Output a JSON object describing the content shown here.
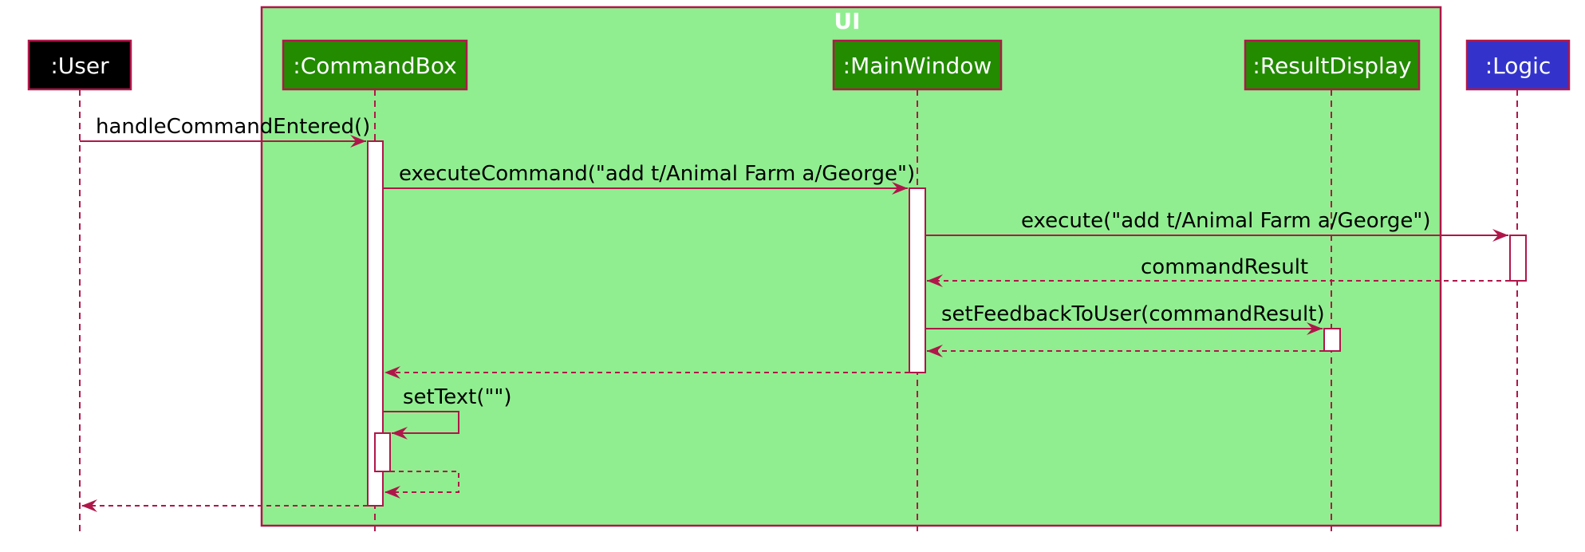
{
  "group": {
    "title": "UI",
    "fill": "#90ee90",
    "stroke": "#b0164a"
  },
  "participants": [
    {
      "id": "user",
      "label": ":User",
      "fill": "#000000"
    },
    {
      "id": "cmdbox",
      "label": ":CommandBox",
      "fill": "#228b00"
    },
    {
      "id": "main",
      "label": ":MainWindow",
      "fill": "#228b00"
    },
    {
      "id": "result",
      "label": ":ResultDisplay",
      "fill": "#228b00"
    },
    {
      "id": "logic",
      "label": ":Logic",
      "fill": "#3333cc"
    }
  ],
  "messages": [
    {
      "label": "handleCommandEntered()",
      "from": "user",
      "to": "cmdbox",
      "kind": "call"
    },
    {
      "label": "executeCommand(\"add t/Animal Farm a/George\")",
      "from": "cmdbox",
      "to": "main",
      "kind": "call"
    },
    {
      "label": "execute(\"add t/Animal Farm a/George\")",
      "from": "main",
      "to": "logic",
      "kind": "call"
    },
    {
      "label": "commandResult",
      "from": "logic",
      "to": "main",
      "kind": "return"
    },
    {
      "label": "setFeedbackToUser(commandResult)",
      "from": "main",
      "to": "result",
      "kind": "call"
    },
    {
      "label": "",
      "from": "result",
      "to": "main",
      "kind": "return"
    },
    {
      "label": "",
      "from": "main",
      "to": "cmdbox",
      "kind": "return"
    },
    {
      "label": "setText(\"\")",
      "from": "cmdbox",
      "to": "cmdbox",
      "kind": "self"
    },
    {
      "label": "",
      "from": "cmdbox",
      "to": "cmdbox",
      "kind": "self-return"
    },
    {
      "label": "",
      "from": "cmdbox",
      "to": "user",
      "kind": "return"
    }
  ],
  "colors": {
    "line": "#b0164a",
    "activation_fill": "#ffffff"
  }
}
